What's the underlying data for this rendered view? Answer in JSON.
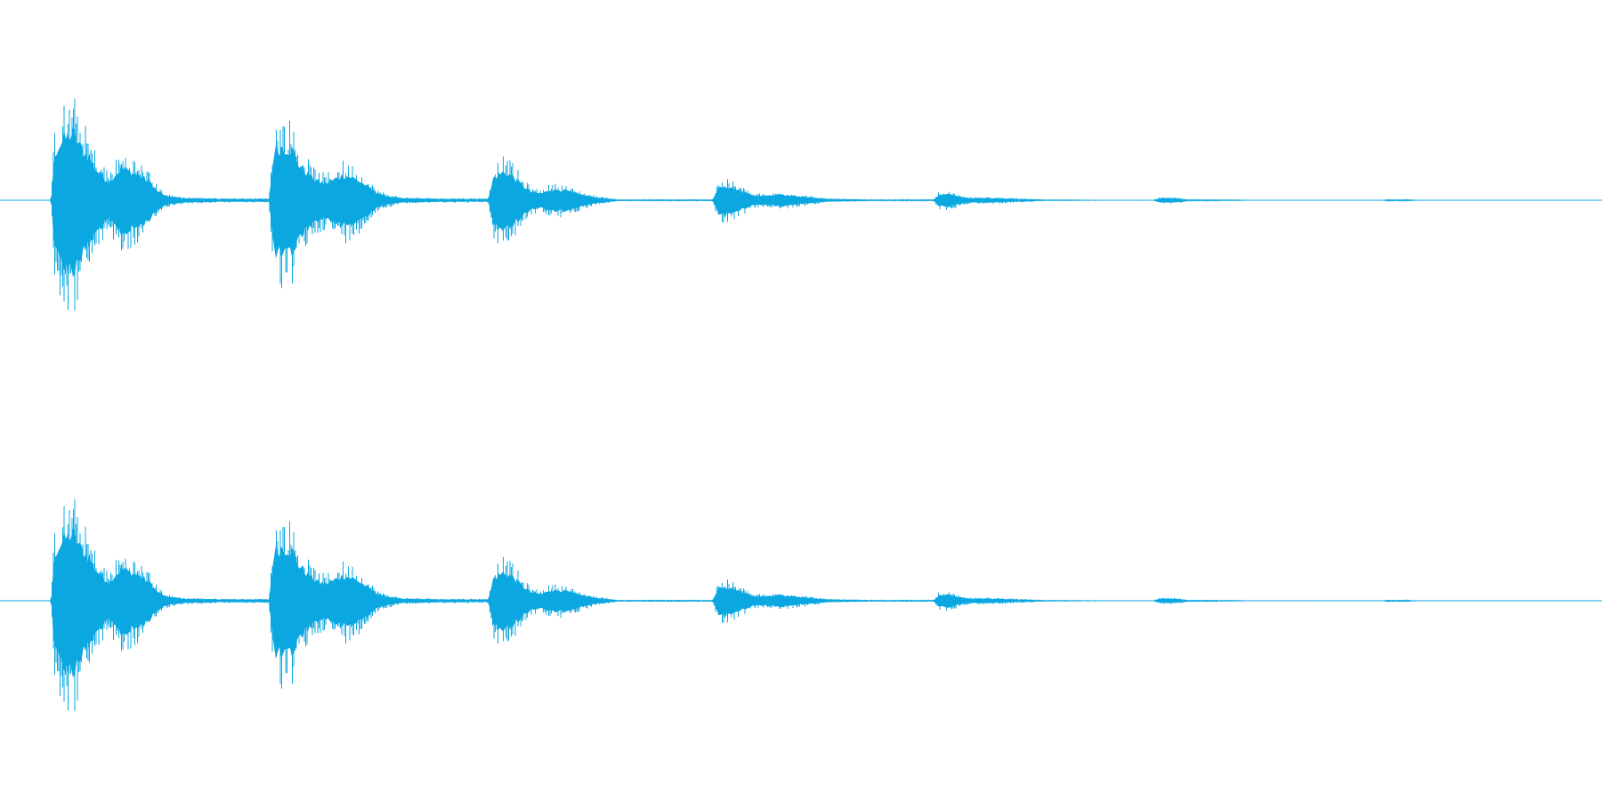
{
  "waveform": {
    "color": "#0aa7e0",
    "background": "#ffffff",
    "channel_count": 2,
    "envelope_samples": [
      [
        0.0,
        0.0
      ],
      [
        0.032,
        0.0
      ],
      [
        0.034,
        0.72
      ],
      [
        0.04,
        0.92
      ],
      [
        0.046,
        1.0
      ],
      [
        0.05,
        0.8
      ],
      [
        0.055,
        0.66
      ],
      [
        0.06,
        0.46
      ],
      [
        0.064,
        0.36
      ],
      [
        0.068,
        0.28
      ],
      [
        0.072,
        0.38
      ],
      [
        0.076,
        0.48
      ],
      [
        0.082,
        0.42
      ],
      [
        0.088,
        0.36
      ],
      [
        0.094,
        0.26
      ],
      [
        0.098,
        0.14
      ],
      [
        0.104,
        0.06
      ],
      [
        0.115,
        0.03
      ],
      [
        0.14,
        0.02
      ],
      [
        0.168,
        0.02
      ],
      [
        0.171,
        0.74
      ],
      [
        0.176,
        0.8
      ],
      [
        0.182,
        0.76
      ],
      [
        0.187,
        0.52
      ],
      [
        0.192,
        0.4
      ],
      [
        0.197,
        0.3
      ],
      [
        0.203,
        0.25
      ],
      [
        0.208,
        0.3
      ],
      [
        0.214,
        0.38
      ],
      [
        0.22,
        0.34
      ],
      [
        0.226,
        0.26
      ],
      [
        0.232,
        0.16
      ],
      [
        0.238,
        0.08
      ],
      [
        0.25,
        0.03
      ],
      [
        0.275,
        0.02
      ],
      [
        0.305,
        0.02
      ],
      [
        0.308,
        0.34
      ],
      [
        0.314,
        0.42
      ],
      [
        0.32,
        0.36
      ],
      [
        0.326,
        0.22
      ],
      [
        0.332,
        0.12
      ],
      [
        0.338,
        0.1
      ],
      [
        0.344,
        0.16
      ],
      [
        0.352,
        0.15
      ],
      [
        0.36,
        0.1
      ],
      [
        0.37,
        0.05
      ],
      [
        0.385,
        0.01
      ],
      [
        0.415,
        0.01
      ],
      [
        0.445,
        0.01
      ],
      [
        0.448,
        0.18
      ],
      [
        0.455,
        0.2
      ],
      [
        0.462,
        0.14
      ],
      [
        0.47,
        0.07
      ],
      [
        0.478,
        0.06
      ],
      [
        0.486,
        0.08
      ],
      [
        0.494,
        0.07
      ],
      [
        0.502,
        0.05
      ],
      [
        0.515,
        0.02
      ],
      [
        0.54,
        0.01
      ],
      [
        0.583,
        0.01
      ],
      [
        0.586,
        0.08
      ],
      [
        0.592,
        0.09
      ],
      [
        0.598,
        0.06
      ],
      [
        0.605,
        0.03
      ],
      [
        0.612,
        0.03
      ],
      [
        0.622,
        0.03
      ],
      [
        0.635,
        0.02
      ],
      [
        0.65,
        0.01
      ],
      [
        0.7,
        0.005
      ],
      [
        0.72,
        0.005
      ],
      [
        0.724,
        0.03
      ],
      [
        0.732,
        0.03
      ],
      [
        0.742,
        0.01
      ],
      [
        0.76,
        0.01
      ],
      [
        0.79,
        0.005
      ],
      [
        0.86,
        0.003
      ],
      [
        0.866,
        0.012
      ],
      [
        0.88,
        0.01
      ],
      [
        0.89,
        0.003
      ],
      [
        1.0,
        0.0
      ]
    ]
  }
}
